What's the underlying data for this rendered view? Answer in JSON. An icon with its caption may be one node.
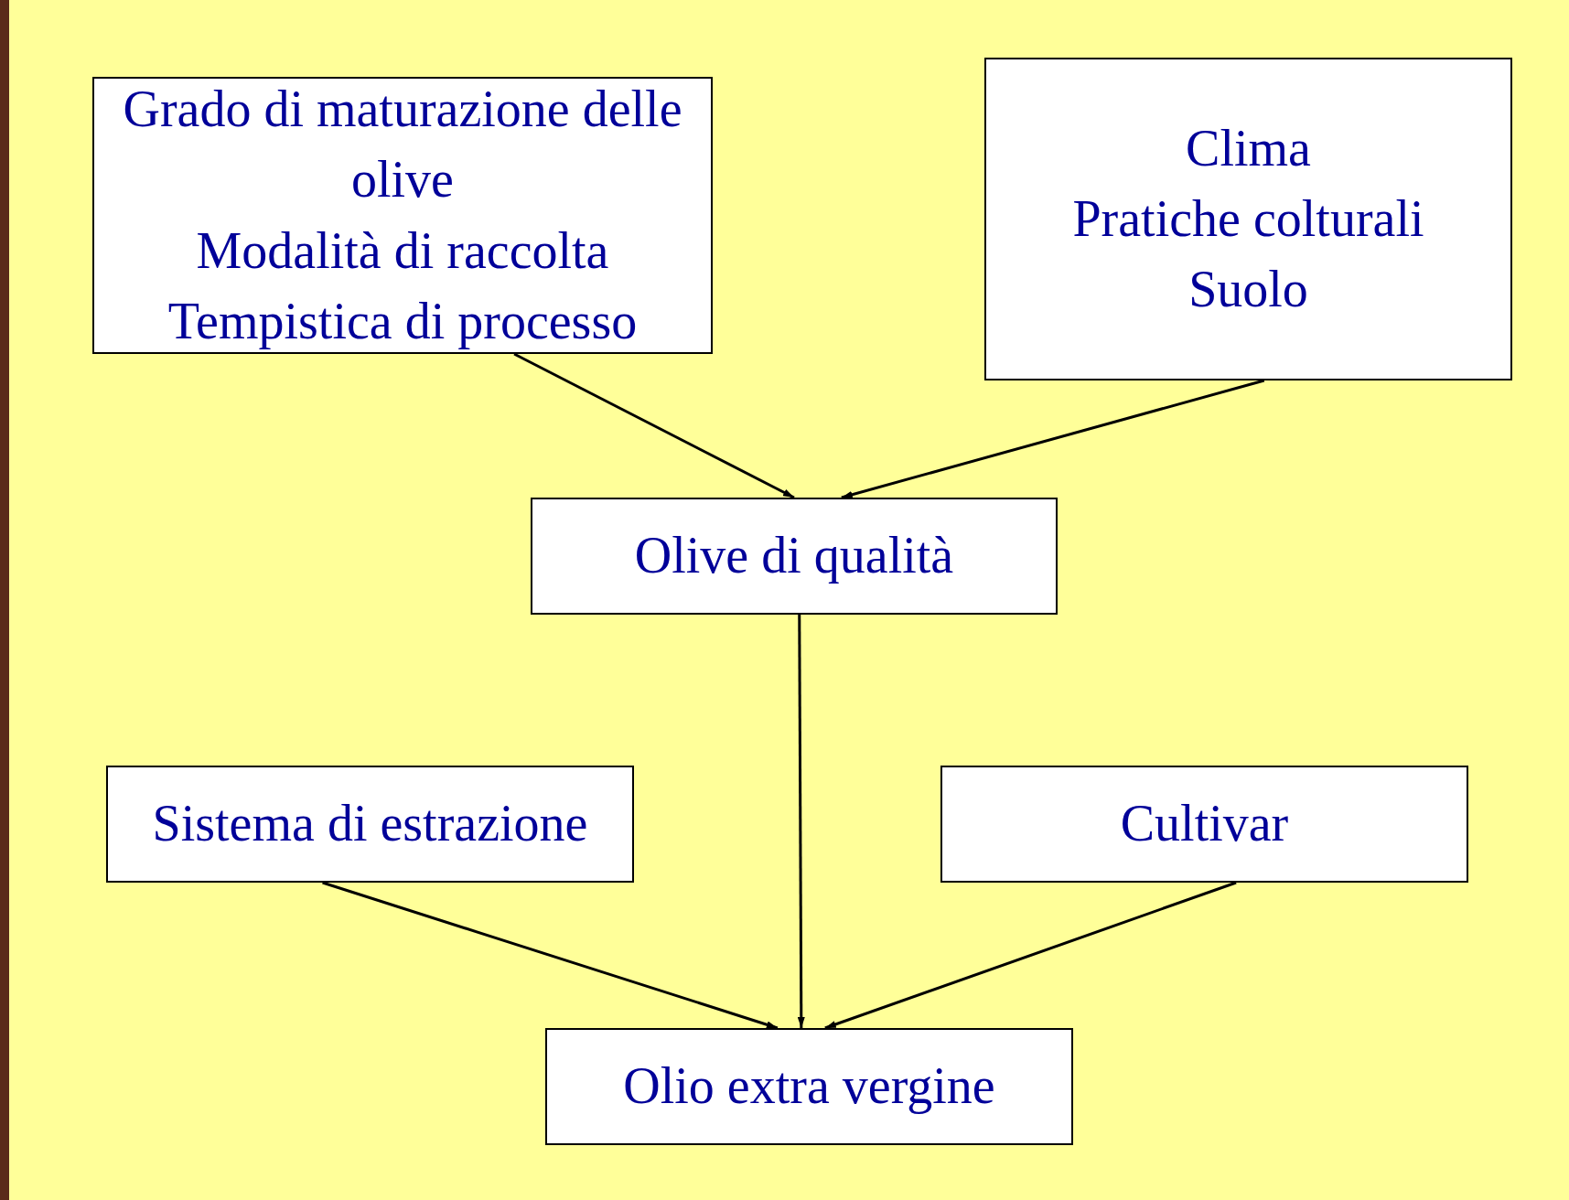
{
  "diagram": {
    "nodes": [
      {
        "text": [
          "Grado di maturazione delle olive",
          "Modalità di raccolta",
          "Tempistica di processo"
        ]
      },
      {
        "text": [
          "Clima",
          "Pratiche colturali",
          "Suolo"
        ]
      },
      {
        "text": [
          "Olive di qualità"
        ]
      },
      {
        "text": [
          "Sistema di estrazione"
        ]
      },
      {
        "text": [
          "Cultivar"
        ]
      },
      {
        "text": [
          "Olio extra vergine"
        ]
      }
    ],
    "edges": [
      {
        "from": 0,
        "to": 2,
        "arrow": "to"
      },
      {
        "from": 1,
        "to": 2,
        "arrow": "to"
      },
      {
        "from": 2,
        "to": 5,
        "arrow": "to"
      },
      {
        "from": 3,
        "to": 5,
        "arrow": "to"
      },
      {
        "from": 4,
        "to": 5,
        "arrow": "to"
      }
    ]
  }
}
